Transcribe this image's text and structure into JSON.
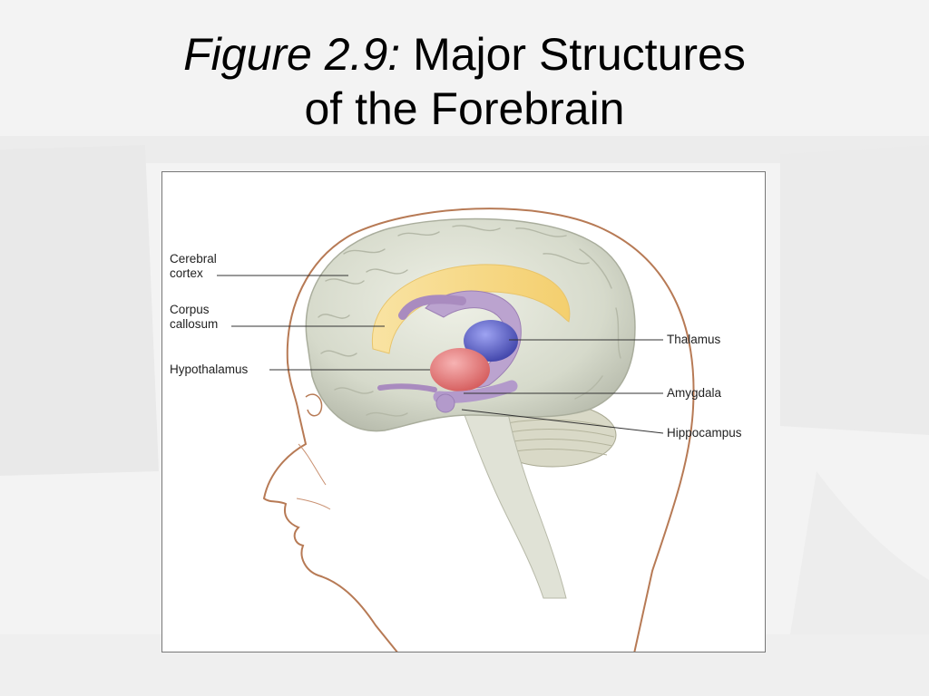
{
  "title": {
    "figure_label": "Figure 2.9:",
    "text_line1": "Major Structures",
    "text_line2": "of the Forebrain"
  },
  "labels": {
    "cerebral_cortex": [
      "Cerebral",
      "cortex"
    ],
    "corpus_callosum": [
      "Corpus",
      "callosum"
    ],
    "hypothalamus": "Hypothalamus",
    "thalamus": "Thalamus",
    "amygdala": "Amygdala",
    "hippocampus": "Hippocampus"
  },
  "colors": {
    "slide_background": "#f3f3f3",
    "head_outline": "#b77a55",
    "cortex": "#d8dccd",
    "corpus_callosum": "#f7d98a",
    "thalamus": "#5a5fc4",
    "hypothalamus": "#e27b7b",
    "limbic": "#a98bbf",
    "leader_line": "#333333"
  }
}
